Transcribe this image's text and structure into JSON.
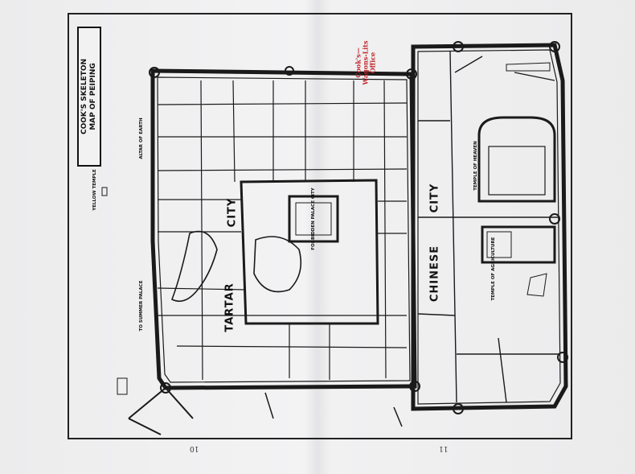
{
  "map": {
    "title_line1": "COOK'S SKELETON",
    "title_line2": "MAP OF PEIPING",
    "office_label_line1": "Cook's—",
    "office_label_line2": "Wagons-Lits",
    "office_label_line3": "Office",
    "district_tartar": "TARTAR",
    "district_city_left": "CITY",
    "district_chinese": "CHINESE",
    "district_city_right": "CITY",
    "forbidden_city": "FORBIDDEN PALACE CITY",
    "temple_of_heaven": "TEMPLE OF HEAVEN",
    "temple_of_agriculture": "TEMPLE OF AGRICULTURE",
    "altar_of_earth": "ALTAR OF EARTH",
    "yellow_temple": "YELLOW TEMPLE",
    "summer_palace": "TO SUMMER PALACE",
    "page_left": "10",
    "page_right": "11",
    "colors": {
      "ink": "#1a1a1a",
      "paper": "#ececed",
      "accent": "#c0262a"
    }
  }
}
